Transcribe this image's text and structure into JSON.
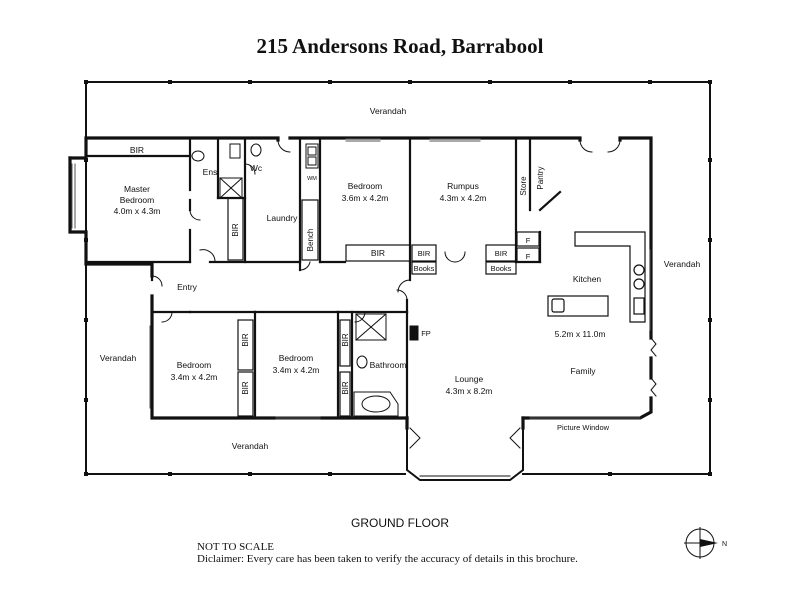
{
  "title": "215 Andersons Road, Barrabool",
  "floor_label": "GROUND FLOOR",
  "notes": {
    "scale": "NOT TO SCALE",
    "disclaimer": "Diclaimer: Every care has been taken to verify the accuracy of details in this brochure."
  },
  "compass": {
    "letter": "N"
  },
  "rooms": {
    "master_bedroom": {
      "name1": "Master",
      "name2": "Bedroom",
      "size": "4.0m x 4.3m"
    },
    "bedroom_top": {
      "name": "Bedroom",
      "size": "3.6m x 4.2m"
    },
    "rumpus": {
      "name": "Rumpus",
      "size": "4.3m x 4.2m"
    },
    "kitchen": {
      "name": "Kitchen"
    },
    "kitchen_family_size": "5.2m x 11.0m",
    "family": {
      "name": "Family"
    },
    "lounge": {
      "name": "Lounge",
      "size": "4.3m x 8.2m"
    },
    "bedroom_left": {
      "name": "Bedroom",
      "size": "3.4m x 4.2m"
    },
    "bedroom_mid": {
      "name": "Bedroom",
      "size": "3.4m x 4.2m"
    },
    "bathroom": {
      "name": "Bathroom"
    },
    "laundry": {
      "name": "Laundry"
    },
    "entry": {
      "name": "Entry"
    },
    "ens": {
      "name": "Ens"
    },
    "wc": {
      "name": "Wc"
    },
    "store": {
      "name": "Store"
    },
    "pantry": {
      "name": "Pantry"
    }
  },
  "fixtures": {
    "bir": "BIR",
    "books": "Books",
    "bench": "Bench",
    "wm": "WM",
    "fp": "FP",
    "fridge": "F",
    "picture_window": "Picture Window"
  },
  "verandahs": {
    "top": "Verandah",
    "left": "Verandah",
    "bottom": "Verandah",
    "right": "Verandah"
  }
}
